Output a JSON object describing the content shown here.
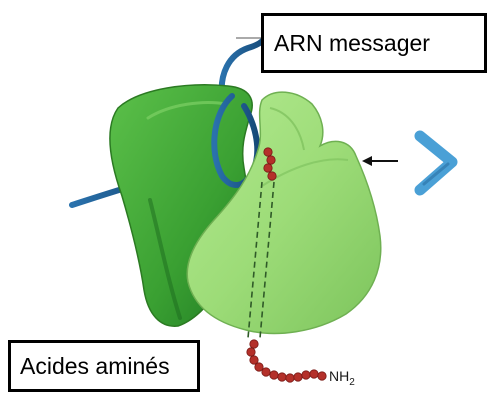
{
  "labels": {
    "mrna": "ARN messager",
    "amino_acids": "Acides aminés",
    "nh2_prefix": "NH",
    "nh2_subscript": "2"
  },
  "colors": {
    "small_subunit": "#3fa83a",
    "large_subunit": "#9fde7a",
    "mrna_strand": "#1e5f96",
    "tRNA_chevron": "#4aa0d6",
    "amino_acid_bead": "#b4302a"
  },
  "icons": {
    "incoming_trna": "chevron-right-icon",
    "direction": "arrow-left-icon"
  }
}
